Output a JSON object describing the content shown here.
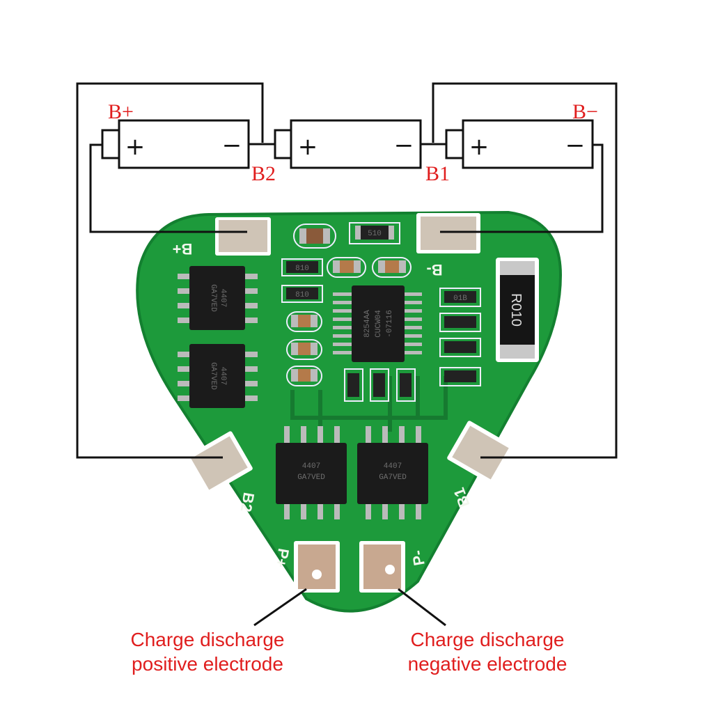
{
  "terminals": {
    "b_plus": "B+",
    "b_minus": "B−",
    "b2": "B2",
    "b1": "B1"
  },
  "battery": {
    "plus_sign": "+",
    "minus_sign": "−"
  },
  "board_silk": {
    "b_plus": "B+",
    "b_minus": "B-",
    "b2": "B2",
    "b1": "B1",
    "p_plus": "P+",
    "p_minus": "P-"
  },
  "chips": {
    "mosfet_line1": "4407",
    "mosfet_line2": "GA7VED",
    "ic_line1": "8254AA",
    "ic_line2": "CUCW04",
    "ic_line3": "-07116",
    "resistor": "R010",
    "smd_resistor_top": "510",
    "smd_resistor_small": "810",
    "smd_resistor_right": "01B"
  },
  "captions": {
    "positive_line1": "Charge discharge",
    "positive_line2": "positive electrode",
    "negative_line1": "Charge discharge",
    "negative_line2": "negative electrode"
  },
  "colors": {
    "pcb": "#1f9a3c",
    "label": "#e01e1e",
    "wire": "#111111"
  }
}
